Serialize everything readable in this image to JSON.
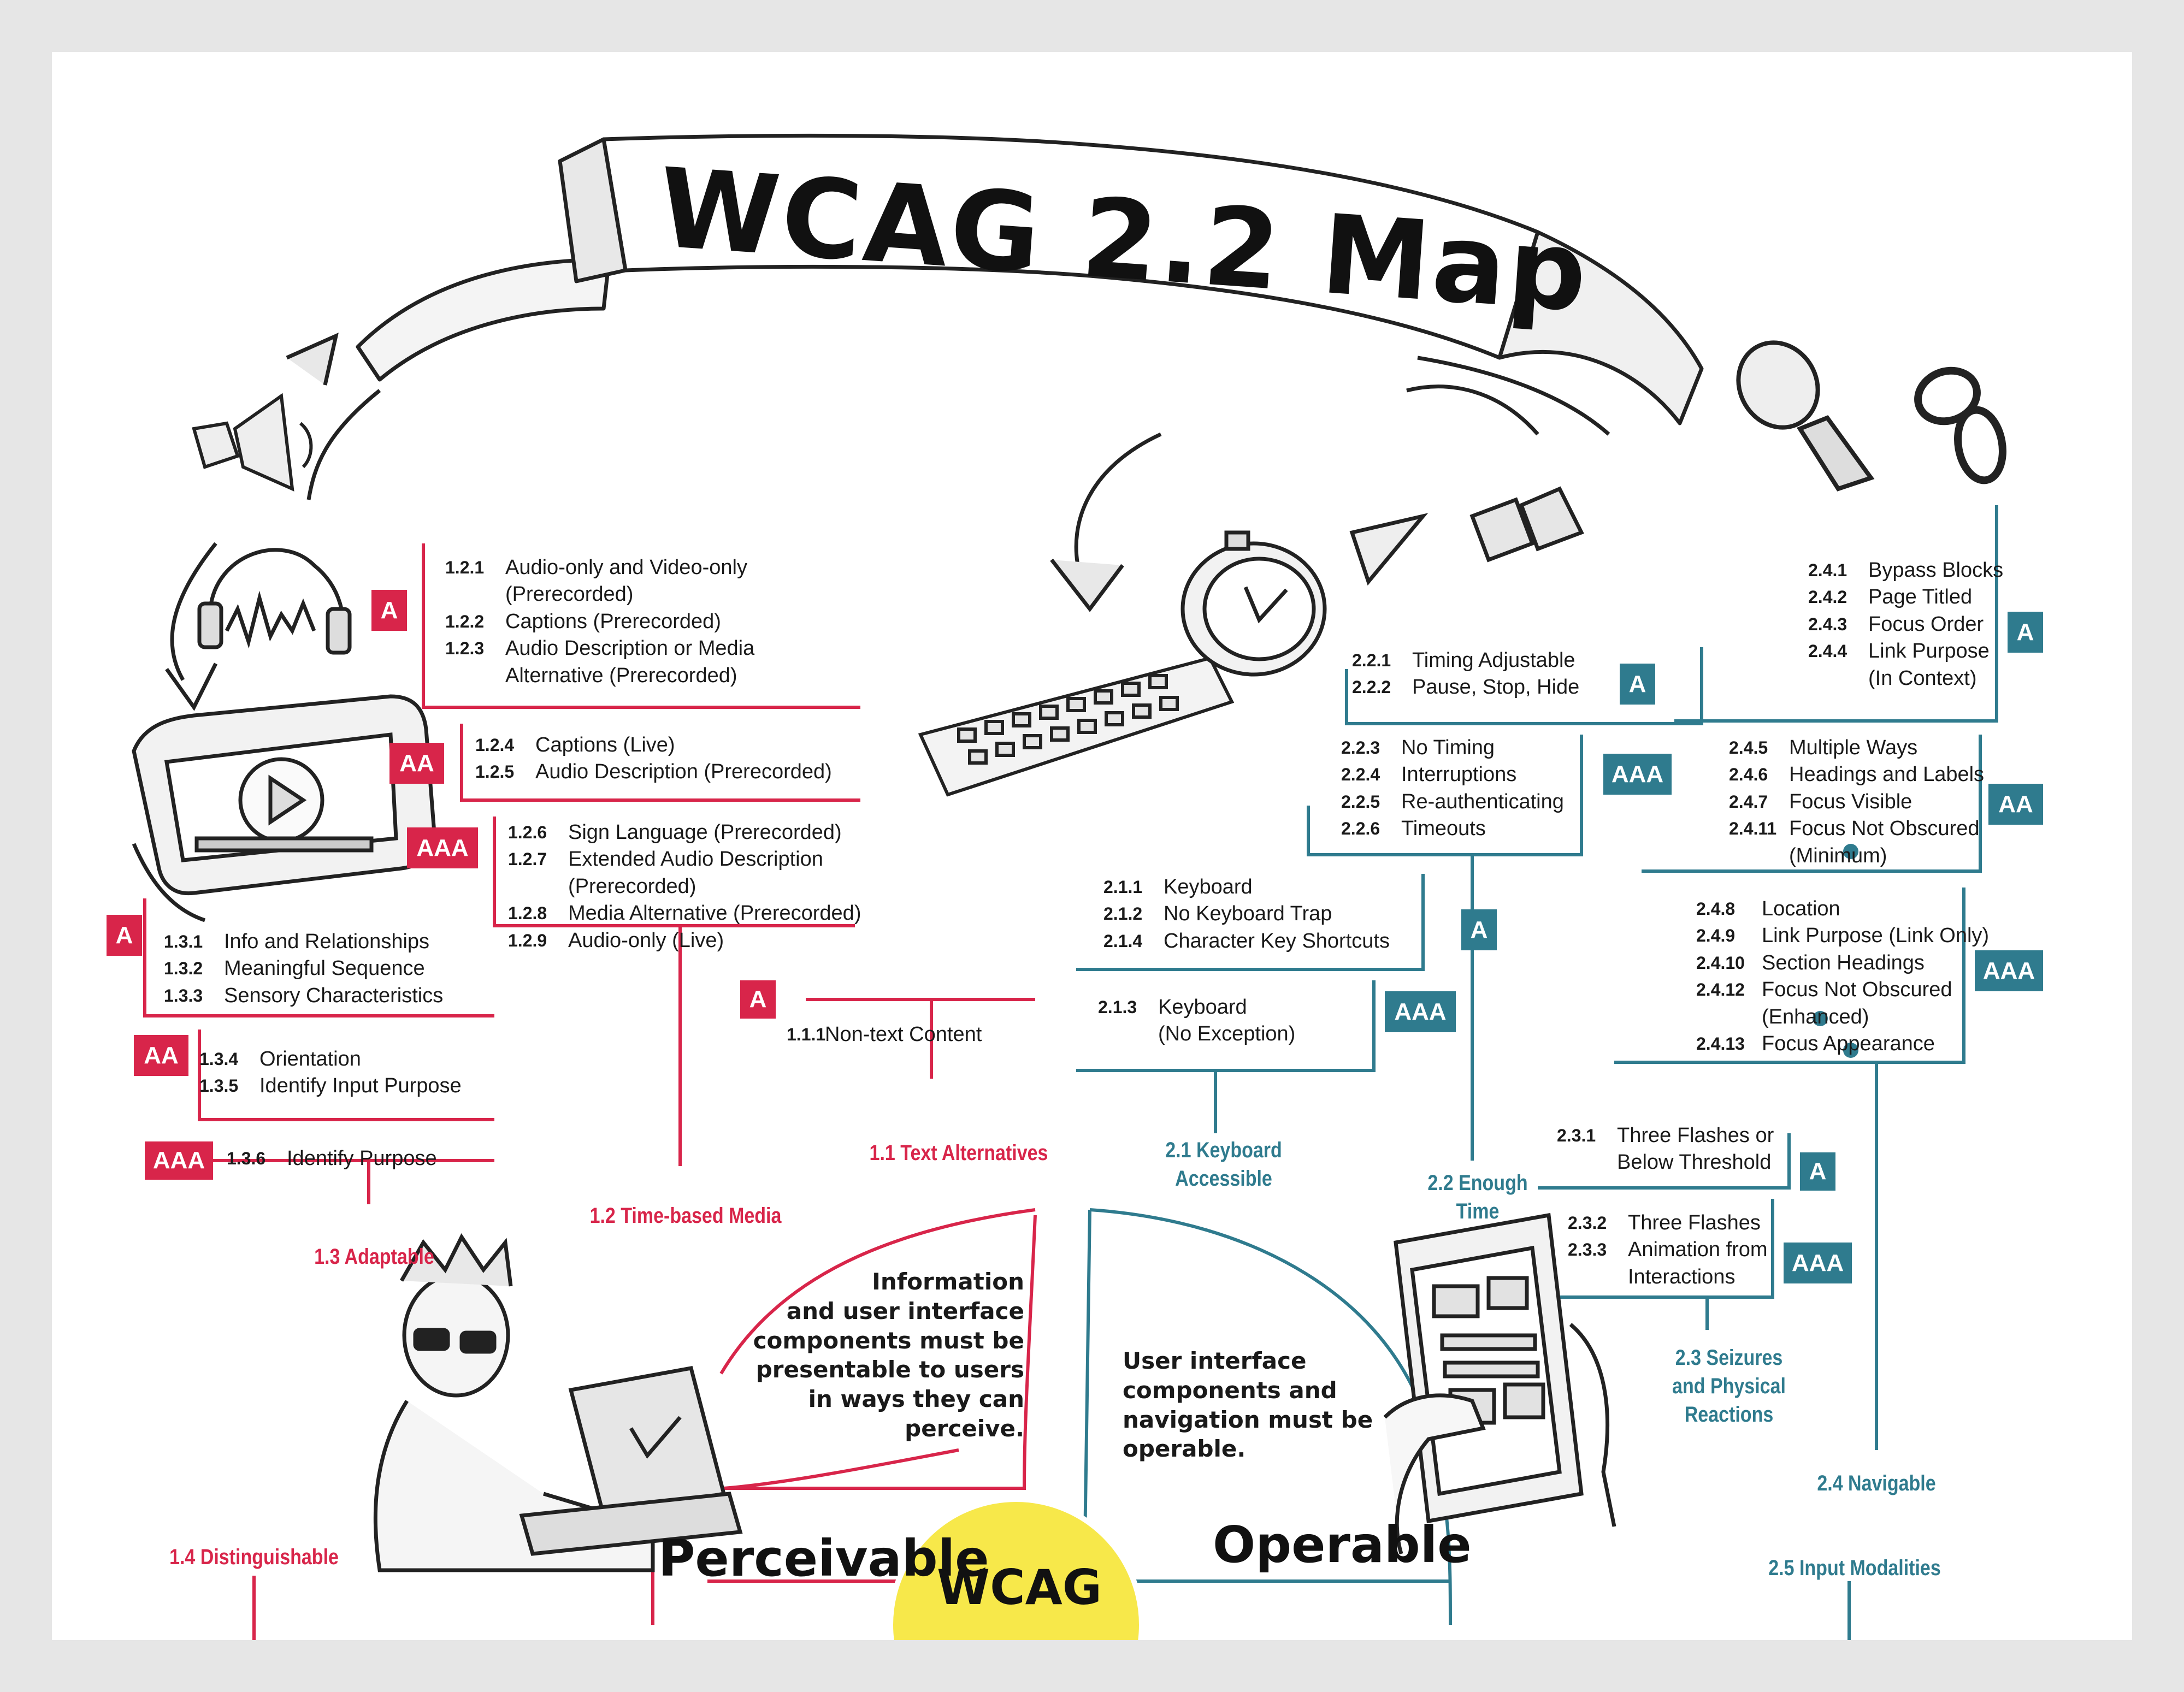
{
  "title": "WCAG 2.2 Map",
  "center": "WCAG",
  "principles": {
    "perceivable": "Perceivable",
    "operable": "Operable"
  },
  "bubbles": {
    "perceivable": [
      "Information",
      "and user interface",
      "components must be",
      "presentable to users",
      "in ways they can",
      "perceive."
    ],
    "operable": [
      "User interface",
      "components and",
      "navigation must be",
      "operable."
    ]
  },
  "guidelines": {
    "g1_1": "1.1 Text Alternatives",
    "g1_2": "1.2 Time-based Media",
    "g1_3": "1.3 Adaptable",
    "g1_4": "1.4 Distinguishable",
    "g2_1": [
      "2.1 Keyboard",
      "Accessible"
    ],
    "g2_2": [
      "2.2 Enough",
      "Time"
    ],
    "g2_3": [
      "2.3 Seizures",
      "and Physical",
      "Reactions"
    ],
    "g2_4": "2.4 Navigable",
    "g2_5": "2.5 Input Modalities"
  },
  "levels": {
    "a": "A",
    "aa": "AA",
    "aaa": "AAA"
  },
  "criteria": {
    "c121": {
      "num": "1.2.1",
      "lines": [
        "Audio-only and Video-only",
        "(Prerecorded)"
      ]
    },
    "c122": {
      "num": "1.2.2",
      "lines": [
        "Captions (Prerecorded)"
      ]
    },
    "c123": {
      "num": "1.2.3",
      "lines": [
        "Audio Description or Media",
        "Alternative (Prerecorded)"
      ]
    },
    "c124": {
      "num": "1.2.4",
      "lines": [
        "Captions (Live)"
      ]
    },
    "c125": {
      "num": "1.2.5",
      "lines": [
        "Audio Description (Prerecorded)"
      ]
    },
    "c126": {
      "num": "1.2.6",
      "lines": [
        "Sign Language (Prerecorded)"
      ]
    },
    "c127": {
      "num": "1.2.7",
      "lines": [
        "Extended Audio Description",
        "(Prerecorded)"
      ]
    },
    "c128": {
      "num": "1.2.8",
      "lines": [
        "Media Alternative (Prerecorded)"
      ]
    },
    "c129": {
      "num": "1.2.9",
      "lines": [
        "Audio-only (Live)"
      ]
    },
    "c131": {
      "num": "1.3.1",
      "lines": [
        "Info and Relationships"
      ]
    },
    "c132": {
      "num": "1.3.2",
      "lines": [
        "Meaningful Sequence"
      ]
    },
    "c133": {
      "num": "1.3.3",
      "lines": [
        "Sensory Characteristics"
      ]
    },
    "c134": {
      "num": "1.3.4",
      "lines": [
        "Orientation"
      ]
    },
    "c135": {
      "num": "1.3.5",
      "lines": [
        "Identify Input Purpose"
      ]
    },
    "c136": {
      "num": "1.3.6",
      "lines": [
        "Identify Purpose"
      ]
    },
    "c111": {
      "num": "1.1.1",
      "lines": [
        "Non-text Content"
      ]
    },
    "c211": {
      "num": "2.1.1",
      "lines": [
        "Keyboard"
      ]
    },
    "c212": {
      "num": "2.1.2",
      "lines": [
        "No Keyboard Trap"
      ]
    },
    "c214": {
      "num": "2.1.4",
      "lines": [
        "Character Key Shortcuts"
      ]
    },
    "c213": {
      "num": "2.1.3",
      "lines": [
        "Keyboard",
        "(No Exception)"
      ]
    },
    "c221": {
      "num": "2.2.1",
      "lines": [
        "Timing Adjustable"
      ]
    },
    "c222": {
      "num": "2.2.2",
      "lines": [
        "Pause, Stop, Hide"
      ]
    },
    "c223": {
      "num": "2.2.3",
      "lines": [
        "No Timing"
      ]
    },
    "c224": {
      "num": "2.2.4",
      "lines": [
        "Interruptions"
      ]
    },
    "c225": {
      "num": "2.2.5",
      "lines": [
        "Re-authenticating"
      ]
    },
    "c226": {
      "num": "2.2.6",
      "lines": [
        "Timeouts"
      ]
    },
    "c231": {
      "num": "2.3.1",
      "lines": [
        "Three Flashes or",
        "Below Threshold"
      ]
    },
    "c232": {
      "num": "2.3.2",
      "lines": [
        "Three Flashes"
      ]
    },
    "c233": {
      "num": "2.3.3",
      "lines": [
        "Animation from",
        "Interactions"
      ]
    },
    "c241": {
      "num": "2.4.1",
      "lines": [
        "Bypass Blocks"
      ]
    },
    "c242": {
      "num": "2.4.2",
      "lines": [
        "Page Titled"
      ]
    },
    "c243": {
      "num": "2.4.3",
      "lines": [
        "Focus Order"
      ]
    },
    "c244": {
      "num": "2.4.4",
      "lines": [
        "Link Purpose",
        "(In Context)"
      ]
    },
    "c245": {
      "num": "2.4.5",
      "lines": [
        "Multiple Ways"
      ]
    },
    "c246": {
      "num": "2.4.6",
      "lines": [
        "Headings and Labels"
      ]
    },
    "c247": {
      "num": "2.4.7",
      "lines": [
        "Focus Visible"
      ]
    },
    "c2411": {
      "num": "2.4.11",
      "lines": [
        "Focus Not Obscured",
        "(Minimum)"
      ],
      "new": true
    },
    "c248": {
      "num": "2.4.8",
      "lines": [
        "Location"
      ]
    },
    "c249": {
      "num": "2.4.9",
      "lines": [
        "Link Purpose (Link Only)"
      ]
    },
    "c2410": {
      "num": "2.4.10",
      "lines": [
        "Section Headings"
      ]
    },
    "c2412": {
      "num": "2.4.12",
      "lines": [
        "Focus Not Obscured",
        "(Enhanced)"
      ],
      "new": true
    },
    "c2413": {
      "num": "2.4.13",
      "lines": [
        "Focus Appearance"
      ],
      "new": true
    }
  },
  "colors": {
    "perceivable": "#d8254a",
    "operable": "#2f7b8e",
    "center": "#f7e84a"
  },
  "icons": [
    "speaker-icon",
    "headphones-icon",
    "tablet-video-icon",
    "keyboard-icon",
    "stopwatch-icon",
    "play-icon",
    "pause-icon",
    "magnifier-icon",
    "chain-link-icon",
    "new-criterion-star-icon"
  ]
}
